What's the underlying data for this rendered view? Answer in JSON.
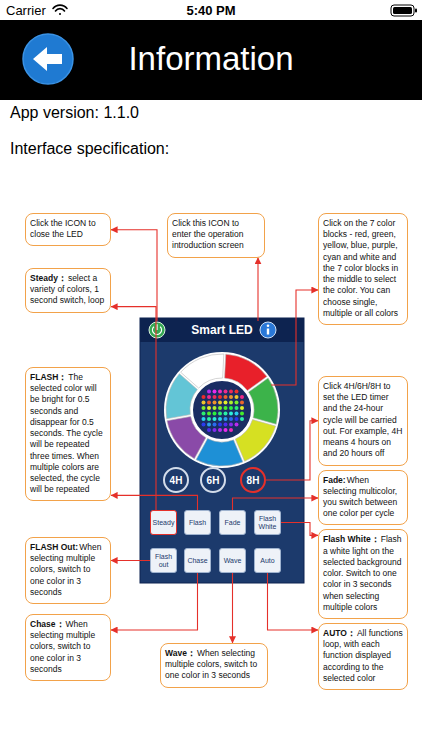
{
  "diagram": {
    "title": "Information",
    "nodes": [
      {
        "text": [
          "Click the ICON to close the LED"
        ]
      },
      {
        "text": [
          "Click this ICON to enter the operation introduction screen"
        ]
      },
      {
        "text": [
          "Click on the 7 color blocks - red, green, yellow, blue, purple, cyan and white and the 7 color blocks in the middle to select the color. You can choose single, multiple or all colors"
        ]
      },
      {
        "text": [
          "Steady：",
          "select a variety of colors, 1 second switch, loop"
        ]
      },
      {
        "text": [
          "Click 4H/6H/8H to set the LED timer and the 24-hour cycle will be carried out. For example, 4H means 4 hours on and 20 hours off"
        ]
      },
      {
        "text": [
          "FLASH：",
          "The selected color will be bright for 0.5 seconds and disappear for 0.5 seconds. The cycle will be repeated three times. When multiple colors are selected, the cycle will be repeated"
        ]
      },
      {
        "text": [
          "Smart LED"
        ]
      },
      {
        "text": [
          "4H"
        ],
        "in": 6
      },
      {
        "text": [
          "6H"
        ],
        "in": 6
      },
      {
        "text": [
          "8H"
        ],
        "in": 6
      },
      {
        "text": [
          "Steady"
        ],
        "in": 6
      },
      {
        "text": [
          "Flash"
        ],
        "in": 6
      },
      {
        "text": [
          "Fade"
        ],
        "in": 6
      },
      {
        "text": [
          "Flash White"
        ],
        "in": 6
      },
      {
        "text": [
          "Flash out"
        ],
        "in": 6
      },
      {
        "text": [
          "Chase"
        ],
        "in": 6
      },
      {
        "text": [
          "Wave"
        ],
        "in": 6
      },
      {
        "text": [
          "Auto"
        ],
        "in": 6
      },
      {
        "text": [
          "Fade:",
          "When selecting multicolor, you switch between one color per cycle"
        ]
      },
      {
        "text": [
          "Flash White：",
          "Flash a white light on the selected background color. Switch to one color in 3 seconds when selecting multiple colors"
        ]
      },
      {
        "text": [
          "FLASH Out:",
          "When selecting multiple colors, switch to one color in 3 seconds"
        ]
      },
      {
        "text": [
          "Chase：",
          "When selecting multiple colors, switch to one color in 3 seconds"
        ]
      },
      {
        "text": [
          "AUTO：",
          "All functions loop, with each function displayed according to the selected color"
        ]
      },
      {
        "text": [
          "Wave：",
          "When selecting multiple colors, switch to one color in 3 seconds"
        ]
      }
    ],
    "edges": [
      {
        "from": 9,
        "to": 4,
        "arrow": "to"
      },
      {
        "from": 10,
        "to": 3,
        "arrow": "to"
      },
      {
        "from": 11,
        "to": 5,
        "arrow": "to"
      },
      {
        "from": 12,
        "to": 18,
        "arrow": "to"
      },
      {
        "from": 13,
        "to": 19,
        "arrow": "to"
      },
      {
        "from": 14,
        "to": 20,
        "arrow": "to"
      },
      {
        "from": 15,
        "to": 21,
        "arrow": "to"
      },
      {
        "from": 16,
        "to": 23,
        "arrow": "to"
      },
      {
        "from": 17,
        "to": 22,
        "arrow": "to"
      }
    ],
    "labels": [
      "Carrier",
      "5:40 PM",
      "App version: 1.1.0",
      "Interface specification:"
    ]
  }
}
